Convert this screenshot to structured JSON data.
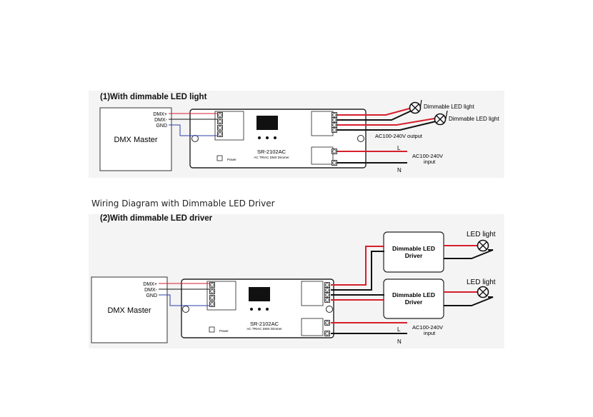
{
  "section1": {
    "heading": "(1)With dimmable LED light",
    "master_label": "DMX Master",
    "terminals": [
      "DMX+",
      "DMX-",
      "GND"
    ],
    "device_model": "SR-2102AC",
    "device_subtitle": "AC TRIAC DMX Dimmer",
    "power_label": "Power",
    "lamp1_label": "Dimmable LED light",
    "lamp2_label": "Dimmable LED light",
    "output_label": "AC100-240V output",
    "line_label": "L",
    "neutral_label": "N",
    "input_label_1": "AC100-240V",
    "input_label_2": "input"
  },
  "sub_heading": "Wiring Diagram with Dimmable LED Driver",
  "section2": {
    "heading": "(2)With dimmable LED driver",
    "master_label": "DMX Master",
    "terminals": [
      "DMX+",
      "DMX-",
      "GND"
    ],
    "device_model": "SR-2102AC",
    "device_subtitle": "AC TRIAC DMX Dimmer",
    "power_label": "Power",
    "driver_label_1": "Dimmable LED",
    "driver_label_2": "Driver",
    "led_label_1": "LED light",
    "led_label_2": "LED light",
    "line_label": "L",
    "neutral_label": "N",
    "input_label_1": "AC100-240V",
    "input_label_2": "input"
  }
}
